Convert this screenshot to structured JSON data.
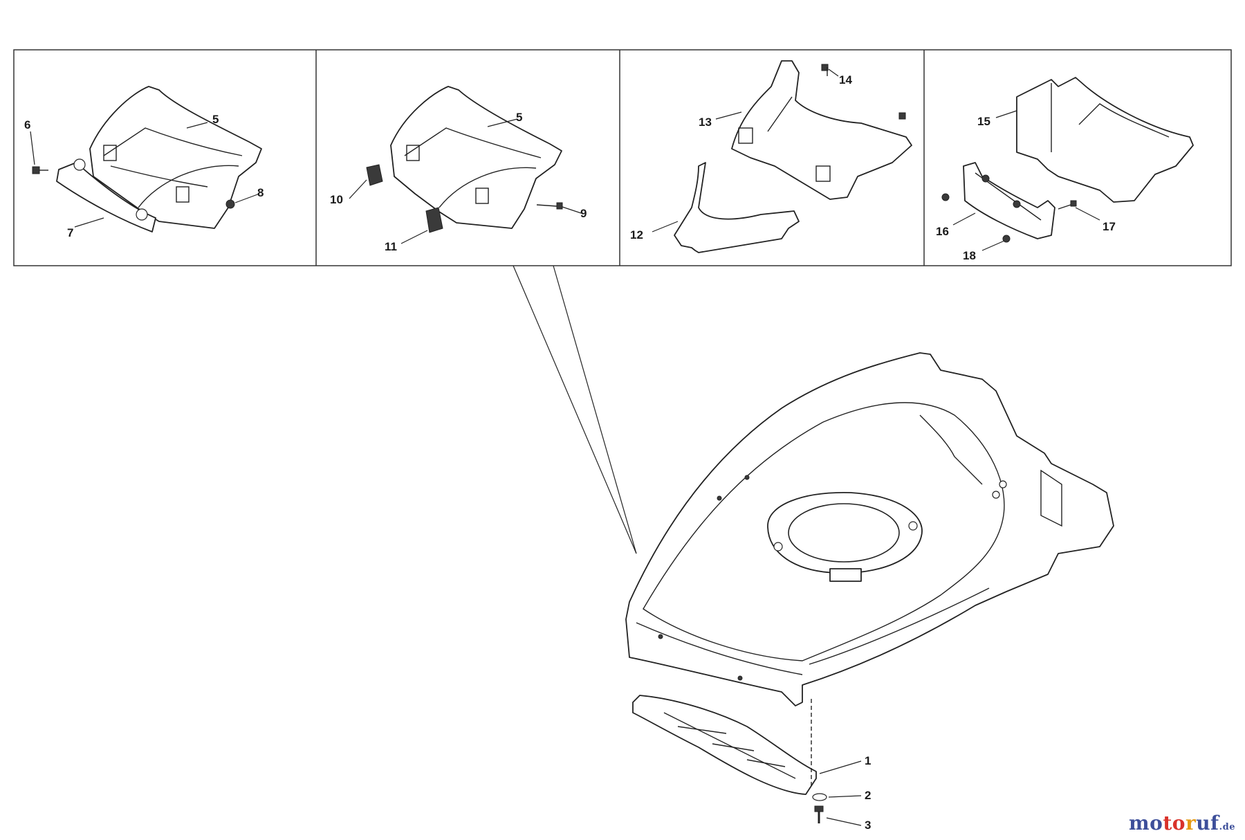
{
  "diagram": {
    "callouts": {
      "c1": "1",
      "c2": "2",
      "c3": "3",
      "c5a": "5",
      "c5b": "5",
      "c6": "6",
      "c7": "7",
      "c8": "8",
      "c9": "9",
      "c10": "10",
      "c11": "11",
      "c12": "12",
      "c13": "13",
      "c14": "14",
      "c15": "15",
      "c16": "16",
      "c17": "17",
      "c18": "18"
    }
  },
  "watermark": {
    "part1": "mo",
    "part2": "to",
    "part3": "r",
    "part4": "uf",
    "tld": ".de"
  }
}
